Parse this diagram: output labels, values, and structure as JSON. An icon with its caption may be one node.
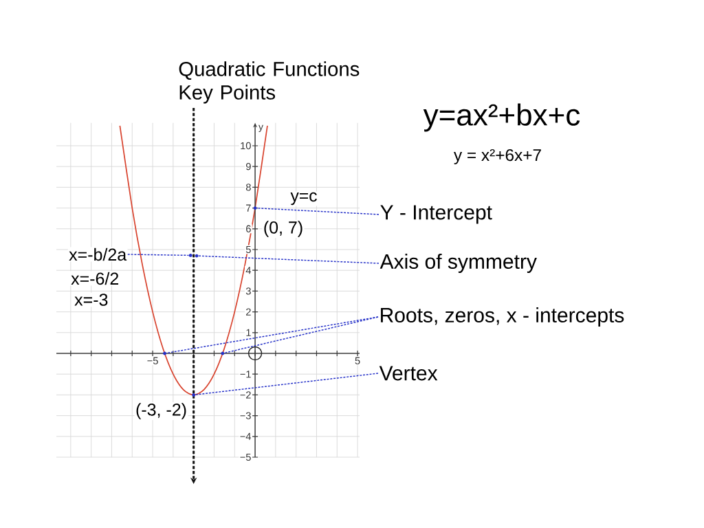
{
  "diagram": {
    "title": "Quadratic Functions Key Points",
    "nodes": [
      {
        "text": [
          "Y - Intercept"
        ]
      },
      {
        "text": [
          "x=-b/2a"
        ],
        "beside": [
          "x=-6/2",
          "x=-3"
        ]
      },
      {
        "text": [
          "Axis of symmetry"
        ]
      },
      {
        "text": [
          "Roots, zeros, x - intercepts"
        ]
      },
      {
        "text": [
          "Vertex"
        ]
      },
      {
        "text": [],
        "shape": "dot"
      },
      {
        "text": [],
        "shape": "dot"
      },
      {
        "text": [],
        "shape": "dot"
      },
      {
        "text": [],
        "shape": "dot"
      },
      {
        "text": [],
        "shape": "dot"
      },
      {
        "text": [],
        "shape": "dot"
      }
    ],
    "edges": [
      {
        "from": 0,
        "to": 5,
        "arrow": "none"
      },
      {
        "from": 1,
        "to": 6,
        "arrow": "none"
      },
      {
        "from": 2,
        "to": 7,
        "arrow": "none"
      },
      {
        "from": 3,
        "to": 8,
        "arrow": "none"
      },
      {
        "from": 3,
        "to": 9,
        "arrow": "none"
      },
      {
        "from": 4,
        "to": 10,
        "arrow": "none"
      }
    ],
    "labels": [
      "y=ax²+bx+c",
      "y = x²+6x+7",
      "y=c",
      "(0, 7)",
      "(-3, -2)"
    ],
    "chart_data": {
      "type": "line",
      "ylabel": "y",
      "x": [
        -6.6,
        -6,
        -5.5,
        -5,
        -4.5,
        -4,
        -3.5,
        -3,
        -2.5,
        -2,
        -1.5,
        -1,
        -0.5,
        0,
        0.6
      ],
      "series": [
        {
          "color": "#d8432e",
          "values": [
            10.96,
            7,
            4.25,
            2,
            0.25,
            -1,
            -1.75,
            -2,
            -1.75,
            -1,
            0.25,
            2,
            4.25,
            7,
            10.96
          ]
        }
      ],
      "xlim": [
        -9.7,
        5.1
      ],
      "ylim": [
        -5,
        11.1
      ],
      "xticks": [
        -5,
        5
      ],
      "yticks": [
        -5,
        -4,
        -3,
        -2,
        -1,
        1,
        2,
        3,
        4,
        5,
        6,
        7,
        8,
        9,
        10
      ],
      "grid": true,
      "ref_lines": [
        {
          "axis": "x",
          "value": -3,
          "color": "#141414"
        }
      ]
    }
  }
}
